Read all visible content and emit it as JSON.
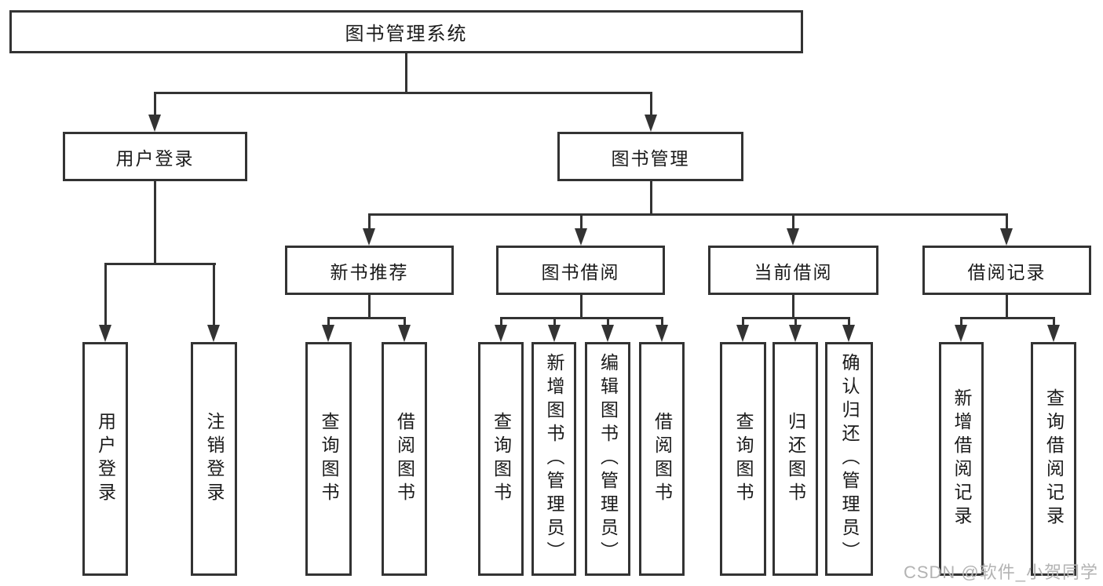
{
  "diagram": {
    "root": {
      "label": "图书管理系统"
    },
    "branches": [
      {
        "label": "用户登录",
        "children": [
          {
            "label": "用户登录"
          },
          {
            "label": "注销登录"
          }
        ]
      },
      {
        "label": "图书管理",
        "children": [
          {
            "label": "新书推荐",
            "children": [
              {
                "label": "查询图书"
              },
              {
                "label": "借阅图书"
              }
            ]
          },
          {
            "label": "图书借阅",
            "children": [
              {
                "label": "查询图书"
              },
              {
                "label": "新增图书（管理员）"
              },
              {
                "label": "编辑图书（管理员）"
              },
              {
                "label": "借阅图书"
              }
            ]
          },
          {
            "label": "当前借阅",
            "children": [
              {
                "label": "查询图书"
              },
              {
                "label": "归还图书"
              },
              {
                "label": "确认归还（管理员）"
              }
            ]
          },
          {
            "label": "借阅记录",
            "children": [
              {
                "label": "新增借阅记录"
              },
              {
                "label": "查询借阅记录"
              }
            ]
          }
        ]
      }
    ]
  },
  "watermark": {
    "text": "CSDN @软件_小贺同学"
  },
  "colors": {
    "line": "#333333",
    "text": "#1a1a1a",
    "watermark_text": "#b3b3b3",
    "background": "#ffffff"
  }
}
